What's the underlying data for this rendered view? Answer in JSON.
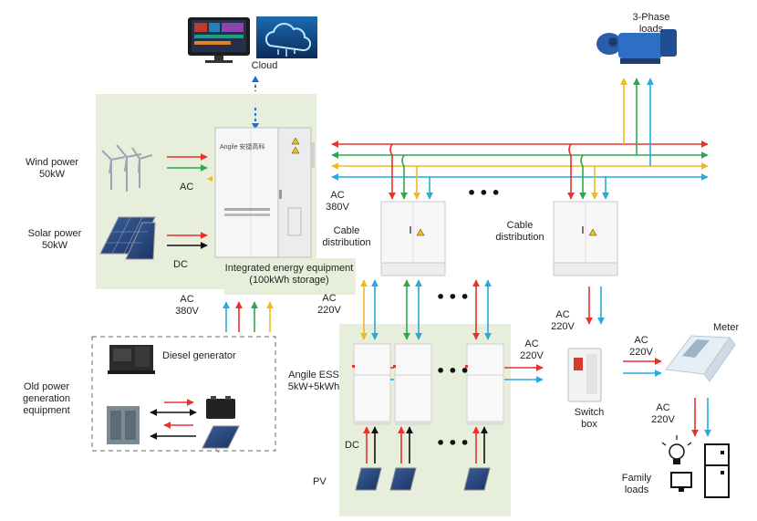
{
  "nodes": {
    "cloud": "Cloud",
    "three_phase_loads": [
      "3-Phase",
      "loads"
    ],
    "wind_power": [
      "Wind power",
      "50kW"
    ],
    "solar_power": [
      "Solar power",
      "50kW"
    ],
    "integrated_equipment": [
      "Integrated energy equipment",
      "(100kWh storage)"
    ],
    "cabinet_brand": "Angile 安捷高科",
    "cable_distribution": [
      "Cable",
      "distribution"
    ],
    "diesel_generator": "Diesel generator",
    "old_power": [
      "Old power",
      "generation",
      "equipment"
    ],
    "angile_ess": [
      "Angile ESS",
      "5kW+5kWh"
    ],
    "pv": "PV",
    "switch_box": [
      "Switch",
      "box"
    ],
    "meter": "Meter",
    "family_loads": [
      "Family",
      "loads"
    ]
  },
  "edge_labels": {
    "ac": "AC",
    "dc": "DC",
    "ac_380v": [
      "AC",
      "380V"
    ],
    "ac_220v": [
      "AC",
      "220V"
    ]
  },
  "ellipsis": "•••",
  "colors": {
    "red": "#e8302c",
    "green": "#2ea84a",
    "yellow": "#f3b81c",
    "blue": "#27a9e1",
    "black": "#111111",
    "panel_green": "#e7efdc"
  }
}
